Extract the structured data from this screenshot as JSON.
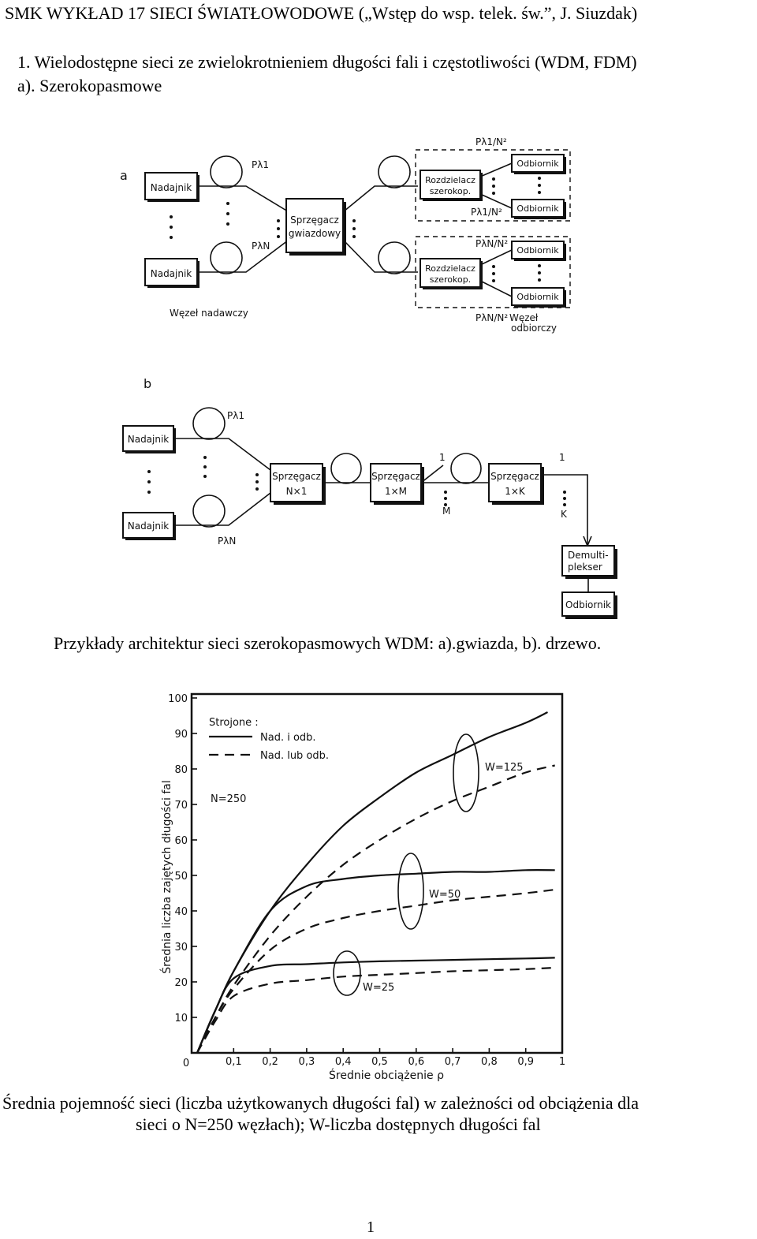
{
  "header": "SMK WYKŁAD 17 SIECI ŚWIATŁOWODOWE („Wstęp do wsp. telek. św.”, J. Siuzdak)",
  "item1": "1.  Wielodostępne sieci ze zwielokrotnieniem długości fali i częstotliwości (WDM, FDM)",
  "subsection_a": "a). Szerokopasmowe",
  "diagram_a": {
    "label": "a",
    "transmitter": "Nadajnik",
    "coupler_line1": "Sprzęgacz",
    "coupler_line2": "gwiazdowy",
    "splitter_line1": "Rozdzielacz",
    "splitter_line2": "szerokop.",
    "receiver": "Odbiornik",
    "p_lambda_1": "Pλ1",
    "p_lambda_n": "PλN",
    "p1_over_n2": "Pλ1/N²",
    "pn_over_n2": "PλN/N²",
    "tx_node": "Węzeł nadawczy",
    "rx_node_line1": "Węzeł",
    "rx_node_line2": "odbiorczy"
  },
  "diagram_b": {
    "label": "b",
    "transmitter": "Nadajnik",
    "coupler": "Sprzęgacz",
    "c1_size": "N×1",
    "c2_size": "1×M",
    "c3_size": "1×K",
    "one": "1",
    "m": "M",
    "k": "K",
    "p_lambda_1": "Pλ1",
    "p_lambda_n": "PλN",
    "demux_line1": "Demulti-",
    "demux_line2": "plekser",
    "receiver": "Odbiornik"
  },
  "caption1": "Przykłady architektur sieci szerokopasmowych WDM: a).gwiazda, b). drzewo.",
  "chart_data": {
    "type": "line",
    "xlabel": "Średnie obciążenie ρ",
    "ylabel": "Średnia liczba zajętych długości fal",
    "xlim": [
      0,
      1
    ],
    "ylim": [
      0,
      100
    ],
    "xticks": [
      "0",
      "0,1",
      "0,2",
      "0,3",
      "0,4",
      "0,5",
      "0,6",
      "0,7",
      "0,8",
      "0,9",
      "1"
    ],
    "yticks": [
      "10",
      "20",
      "30",
      "40",
      "50",
      "60",
      "70",
      "80",
      "90",
      "100"
    ],
    "legend_title": "Strojone :",
    "legend_solid": "Nad. i odb.",
    "legend_dashed": "Nad. lub odb.",
    "n_label": "N=250",
    "annotations": [
      "W=125",
      "W=50",
      "W=25"
    ],
    "series": [
      {
        "style": "solid",
        "x": [
          0,
          0.05,
          0.1,
          0.2,
          0.3,
          0.4,
          0.5,
          0.6,
          0.7,
          0.8,
          0.9,
          0.96
        ],
        "y": [
          0,
          12,
          23,
          40,
          53,
          64,
          72,
          79,
          84,
          89,
          93,
          96
        ]
      },
      {
        "style": "dashed",
        "x": [
          0,
          0.05,
          0.1,
          0.2,
          0.3,
          0.4,
          0.5,
          0.6,
          0.7,
          0.8,
          0.9,
          0.98
        ],
        "y": [
          0,
          10,
          19,
          33,
          44,
          53,
          60,
          66,
          71,
          75,
          79,
          81
        ]
      },
      {
        "style": "solid",
        "x": [
          0,
          0.05,
          0.1,
          0.2,
          0.3,
          0.4,
          0.5,
          0.6,
          0.7,
          0.8,
          0.9,
          0.98
        ],
        "y": [
          0,
          12,
          23,
          40,
          47,
          49,
          50,
          50.5,
          51,
          51,
          51.5,
          51.5
        ]
      },
      {
        "style": "dashed",
        "x": [
          0,
          0.05,
          0.1,
          0.2,
          0.3,
          0.4,
          0.5,
          0.6,
          0.7,
          0.8,
          0.9,
          0.98
        ],
        "y": [
          0,
          10,
          18,
          29,
          35,
          38,
          40,
          41.5,
          43,
          44,
          45,
          46
        ]
      },
      {
        "style": "solid",
        "x": [
          0,
          0.05,
          0.1,
          0.2,
          0.3,
          0.4,
          0.5,
          0.6,
          0.7,
          0.8,
          0.9,
          0.98
        ],
        "y": [
          0,
          12,
          21,
          24.5,
          25,
          25.5,
          25.8,
          26,
          26.2,
          26.4,
          26.6,
          26.8
        ]
      },
      {
        "style": "dashed",
        "x": [
          0,
          0.05,
          0.1,
          0.2,
          0.3,
          0.4,
          0.5,
          0.6,
          0.7,
          0.8,
          0.9,
          0.98
        ],
        "y": [
          0,
          9,
          16,
          19.5,
          20.5,
          21.5,
          22,
          22.5,
          23,
          23.3,
          23.6,
          24
        ]
      }
    ]
  },
  "caption2_line1": "Średnia pojemność sieci (liczba użytkowanych długości fal) w zależności od obciążenia dla",
  "caption2_line2": "sieci o N=250 węzłach); W-liczba dostępnych długości fal",
  "page_number": "1"
}
